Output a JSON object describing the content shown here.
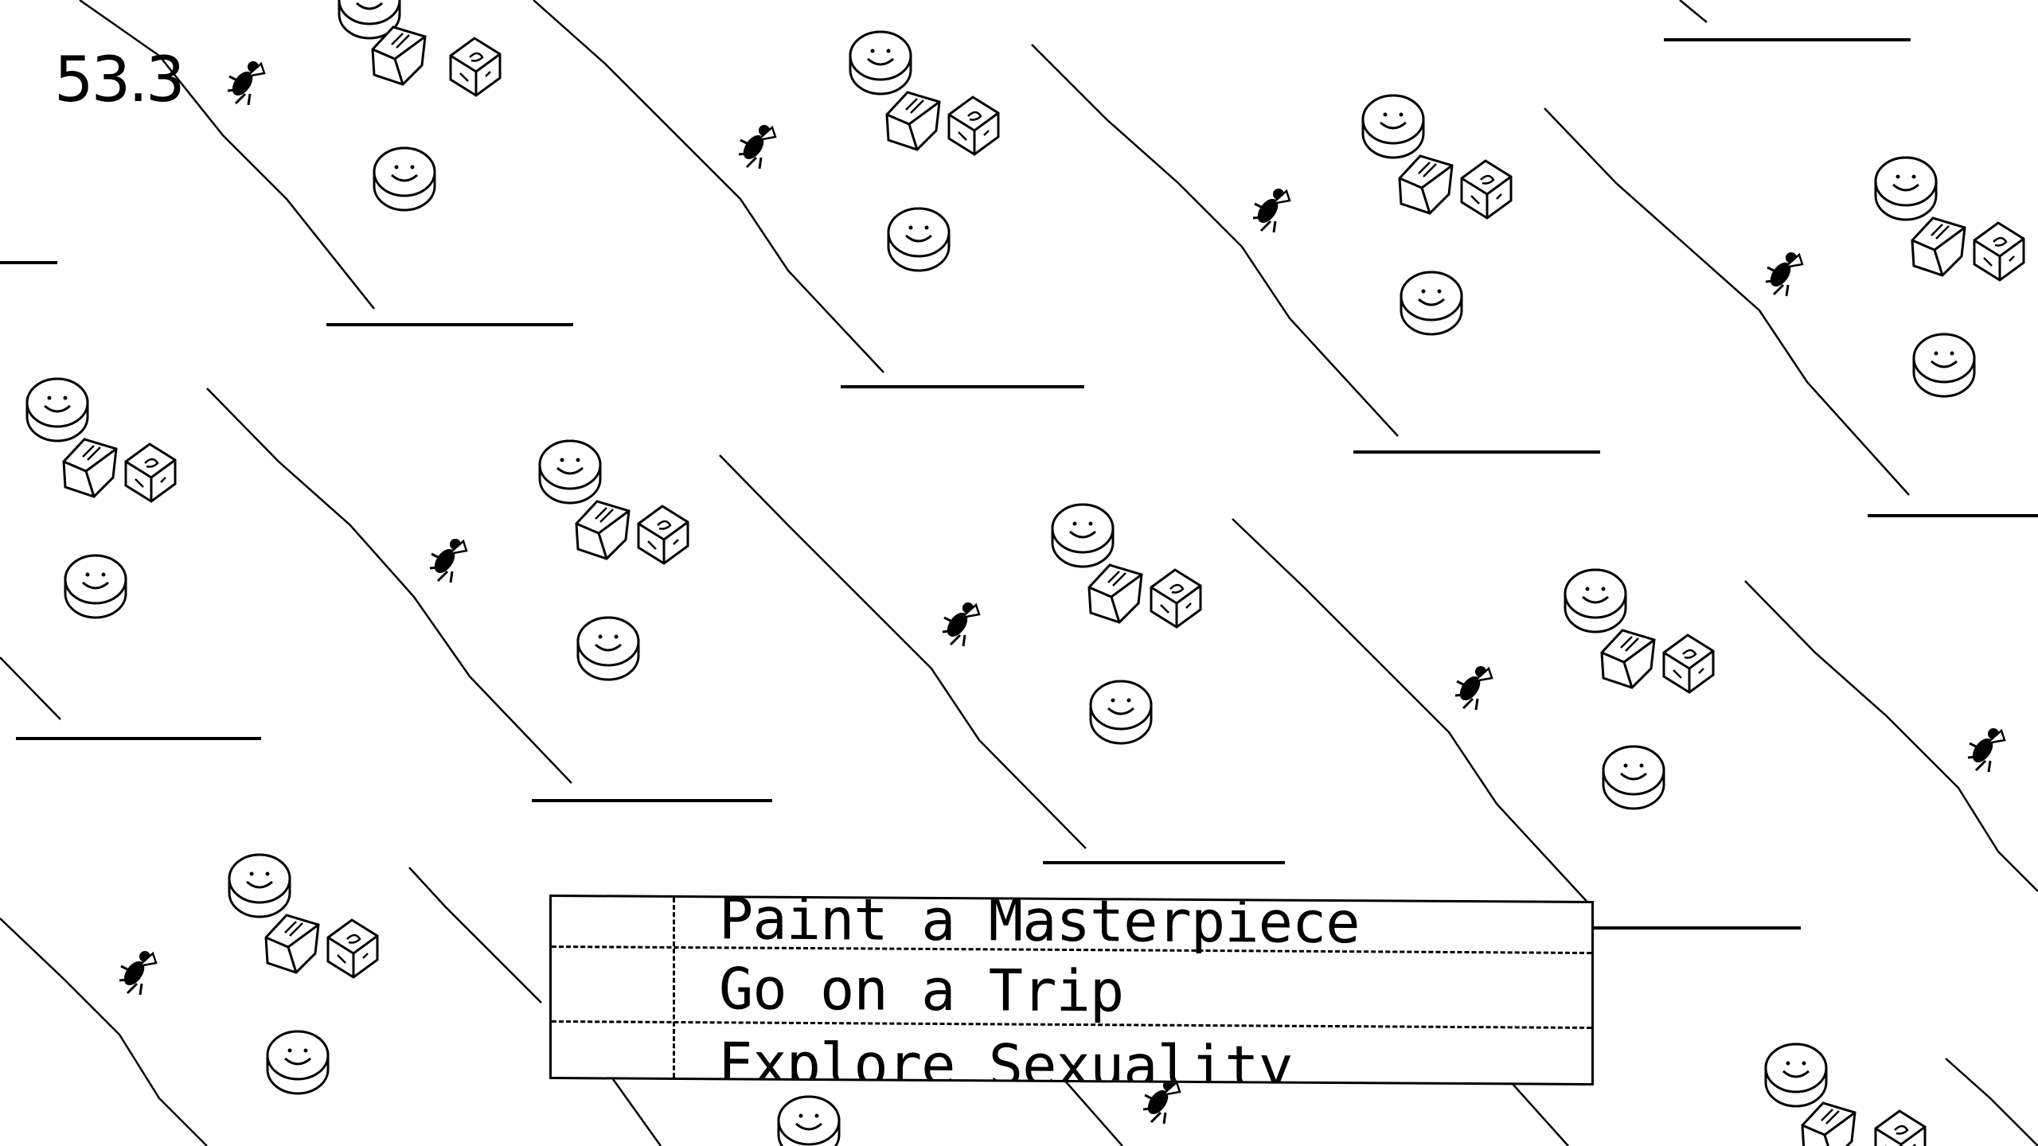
{
  "hud": {
    "score": "53.3",
    "score_icon": "fly-icon"
  },
  "menu": {
    "items": [
      {
        "label": "Paint a Masterpiece",
        "state": "partially-visible"
      },
      {
        "label": "Go on a Trip",
        "state": "selected"
      },
      {
        "label": "Explore Sexuality",
        "state": "partially-visible"
      }
    ]
  },
  "colors": {
    "ink": "#000000",
    "paper": "#ffffff"
  },
  "icons": [
    "fly-icon",
    "smiley-pill-icon",
    "tablet-icon",
    "sugar-cube-icon",
    "ledge-line",
    "slope-line"
  ]
}
